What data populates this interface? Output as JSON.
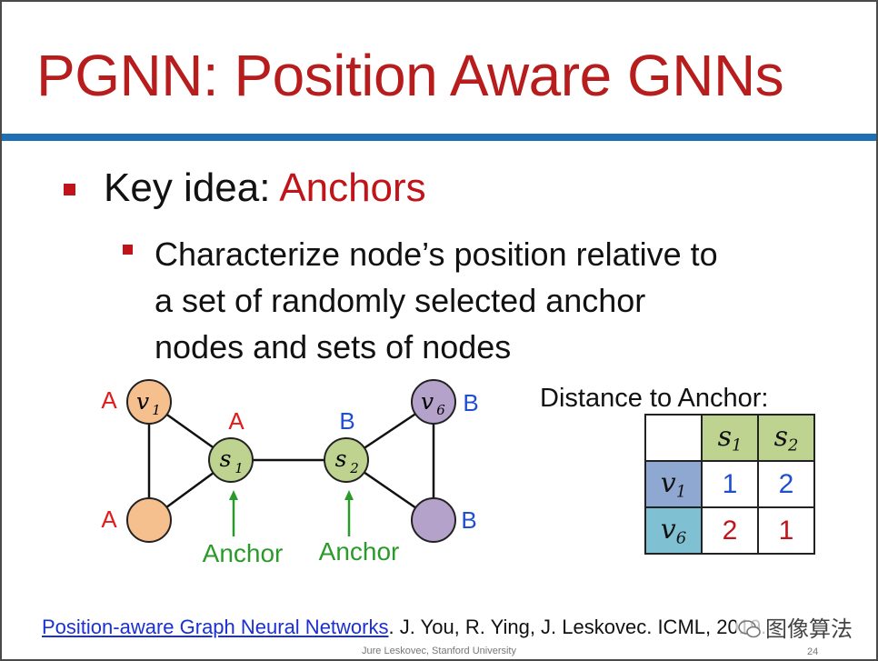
{
  "slide": {
    "title": "PGNN: Position Aware GNNs",
    "bullet1": {
      "prefix": "Key idea: ",
      "highlight": "Anchors"
    },
    "bullet2": {
      "lines": [
        "Characterize node’s position relative to",
        "a set of randomly selected anchor",
        "nodes and sets of nodes"
      ]
    },
    "graph": {
      "nodes": [
        {
          "id": "v1",
          "var": "v",
          "sub": "1",
          "color": "#f6bf8e"
        },
        {
          "id": "a_low",
          "var": "",
          "sub": "",
          "color": "#f6bf8e"
        },
        {
          "id": "s1",
          "var": "s",
          "sub": "1",
          "color": "#bdd38f"
        },
        {
          "id": "s2",
          "var": "s",
          "sub": "2",
          "color": "#bdd38f"
        },
        {
          "id": "v6",
          "var": "v",
          "sub": "6",
          "color": "#b4a2cb"
        },
        {
          "id": "b_low",
          "var": "",
          "sub": "",
          "color": "#b4a2cb"
        }
      ],
      "set_labels": {
        "v1": "A",
        "a_low": "A",
        "s1": "A",
        "s2": "B",
        "v6": "B",
        "b_low": "B"
      },
      "anchor_labels": [
        "Anchor",
        "Anchor"
      ],
      "colors": {
        "set_a": "#e21b1b",
        "set_b": "#1f4fd1",
        "anchor": "#2a9a2a"
      }
    },
    "distance_table": {
      "label": "Distance to Anchor:",
      "col_headers": [
        {
          "var": "s",
          "sub": "1"
        },
        {
          "var": "s",
          "sub": "2"
        }
      ],
      "rows": [
        {
          "var": "v",
          "sub": "1",
          "values": [
            "1",
            "2"
          ]
        },
        {
          "var": "v",
          "sub": "6",
          "values": [
            "2",
            "1"
          ]
        }
      ]
    },
    "reference": {
      "link_text": "Position-aware Graph Neural Networks",
      "rest": ". J. You, R. Ying, J. Leskovec. ICML, 2019."
    },
    "footer": "Jure Leskovec, Stanford University",
    "page_number": "24",
    "watermark": "图像算法",
    "colors": {
      "title": "#b81d1d",
      "rule": "#1f6fb5",
      "bullet": "#c0141a"
    }
  }
}
